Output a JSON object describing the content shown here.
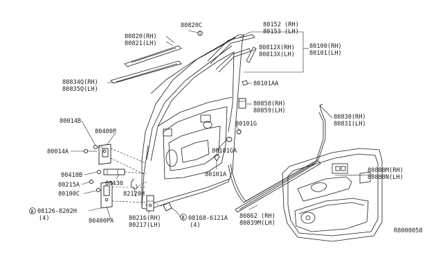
{
  "labels": {
    "p80820C": "80820C",
    "p80820": "80820(RH)",
    "p80821": "80821(LH)",
    "p80152": "80152 (RH)",
    "p80153": "80153 (LH)",
    "p80100": "80100(RH)",
    "p80101": "80101(LH)",
    "p80812X": "80812X(RH)",
    "p80813X": "80813X(LH)",
    "p80834Q": "80834Q(RH)",
    "p80835Q": "80835Q(LH)",
    "p80101AA": "80101AA",
    "p80858": "80858(RH)",
    "p80859": "80859(LH)",
    "p80830": "80830(RH)",
    "p80831": "80831(LH)",
    "p80014B": "80014B",
    "p80400P": "80400P",
    "p80014A": "80014A",
    "p80101G": "80101G",
    "p80101GA": "80101GA",
    "p80410B": "80410B",
    "p80430": "80430",
    "p80215A": "80215A",
    "p80101A": "80101A",
    "p80100C": "80100C",
    "p82120H": "82120H",
    "p80880M": "80880M(RH)",
    "p80880N": "80880N(LH)",
    "b08126": "08126-8202H",
    "b08126q": "(4)",
    "p80400PA": "80400PA",
    "p80216": "80216(RH)",
    "p80217": "80217(LH)",
    "b08168": "08168-6121A",
    "b08168q": "(4)",
    "p80862": "80862  (RH)",
    "p80839M": "80839M(LH)",
    "diagram_code": "R8000058"
  },
  "markers": {
    "bolt_symbol": "B"
  }
}
